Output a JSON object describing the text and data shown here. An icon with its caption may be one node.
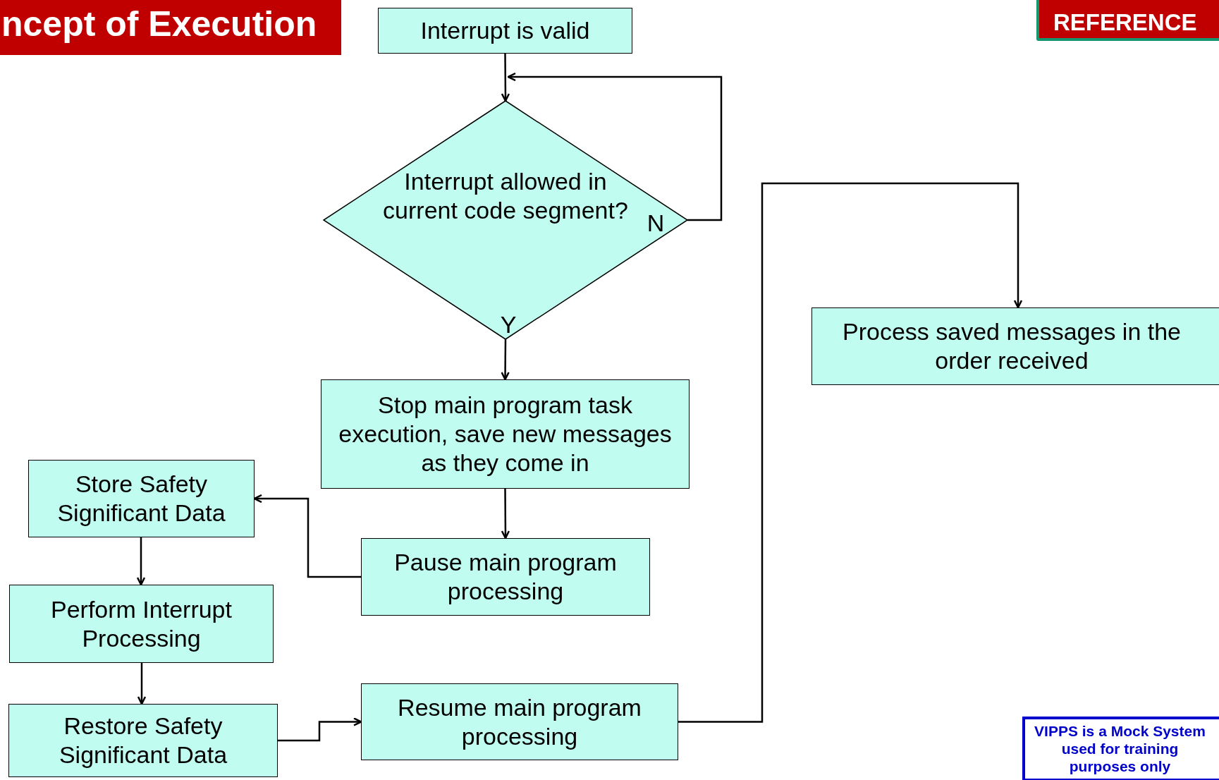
{
  "diagram": {
    "nodes": [
      {
        "text": [
          "Interrupt is valid"
        ]
      },
      {
        "text": [
          "Interrupt allowed in current code segment?"
        ]
      },
      {
        "text": [
          "Stop main program task execution, save new messages as they come in"
        ]
      },
      {
        "text": [
          "Pause main program processing"
        ]
      },
      {
        "text": [
          "Store Safety Significant Data"
        ]
      },
      {
        "text": [
          "Perform Interrupt Processing"
        ]
      },
      {
        "text": [
          "Restore Safety Significant Data"
        ]
      },
      {
        "text": [
          "Resume main program processing"
        ]
      },
      {
        "text": [
          "Process saved messages in the order received"
        ]
      }
    ],
    "edges": [
      {
        "from": 0,
        "to": 1,
        "arrow": "to"
      },
      {
        "from": 1,
        "to": 1,
        "arrow": "to",
        "label": "N"
      },
      {
        "from": 1,
        "to": 2,
        "arrow": "to",
        "label": "Y"
      },
      {
        "from": 2,
        "to": 3,
        "arrow": "to"
      },
      {
        "from": 3,
        "to": 4,
        "arrow": "to"
      },
      {
        "from": 4,
        "to": 5,
        "arrow": "to"
      },
      {
        "from": 5,
        "to": 6,
        "arrow": "to"
      },
      {
        "from": 6,
        "to": 7,
        "arrow": "to"
      },
      {
        "from": 7,
        "to": 8,
        "arrow": "to"
      }
    ],
    "labels": [
      "ncept of Execution",
      "REFERENCE",
      "VIPPS is a Mock System used for training purposes only"
    ]
  }
}
